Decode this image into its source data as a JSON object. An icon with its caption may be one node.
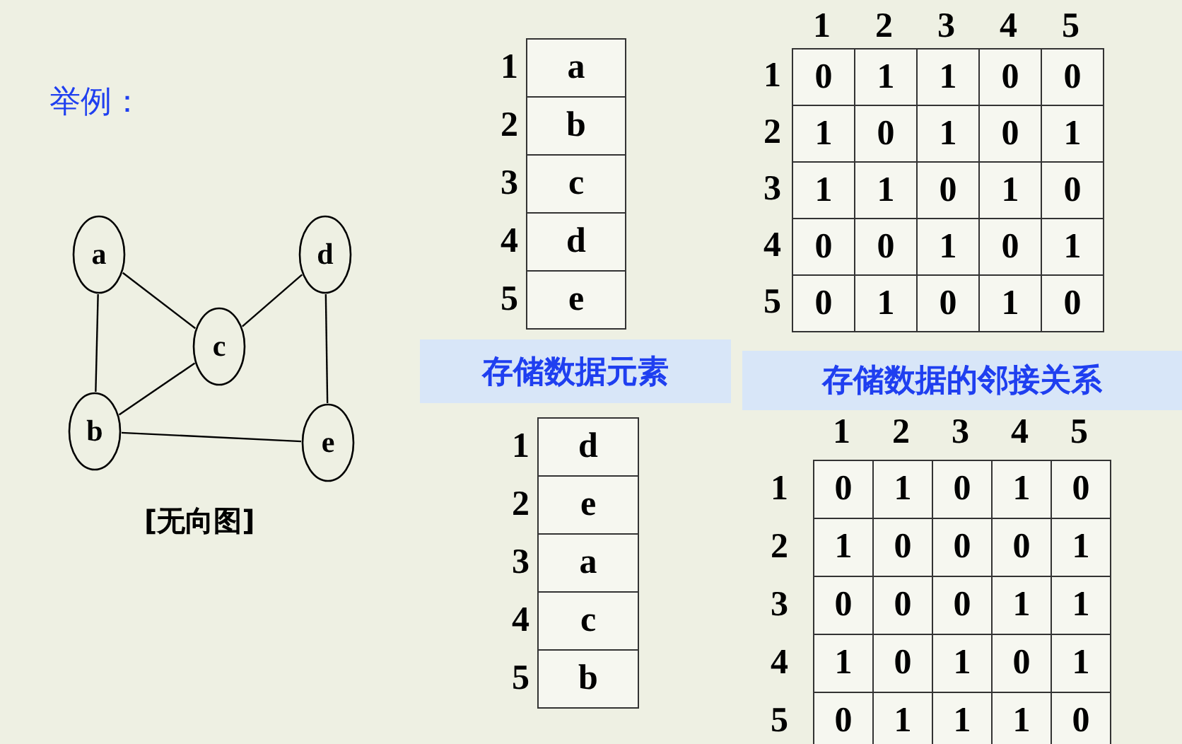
{
  "diagram": {
    "nodes": [
      {
        "text": [
          "a"
        ]
      },
      {
        "text": [
          "d"
        ]
      },
      {
        "text": [
          "c"
        ]
      },
      {
        "text": [
          "b"
        ]
      },
      {
        "text": [
          "e"
        ]
      }
    ],
    "edges": [
      {
        "from": 0,
        "to": 3,
        "arrow": "none"
      },
      {
        "from": 0,
        "to": 2,
        "arrow": "none"
      },
      {
        "from": 2,
        "to": 1,
        "arrow": "none"
      },
      {
        "from": 3,
        "to": 2,
        "arrow": "none"
      },
      {
        "from": 3,
        "to": 4,
        "arrow": "none"
      },
      {
        "from": 1,
        "to": 4,
        "arrow": "none"
      }
    ],
    "labels": [
      "举例：",
      "1",
      "a",
      "2",
      "b",
      "3",
      "c",
      "4",
      "d",
      "5",
      "e",
      "1",
      "2",
      "3",
      "4",
      "5",
      "1",
      "0",
      "1",
      "1",
      "0",
      "0",
      "2",
      "1",
      "0",
      "1",
      "0",
      "1",
      "3",
      "1",
      "1",
      "0",
      "1",
      "0",
      "4",
      "0",
      "0",
      "1",
      "0",
      "1",
      "5",
      "0",
      "1",
      "0",
      "1",
      "0",
      "存储数据元素",
      "存储数据的邻接关系",
      "[无向图]",
      "1",
      "d",
      "2",
      "e",
      "3",
      "a",
      "4",
      "c",
      "5",
      "b",
      "1",
      "2",
      "3",
      "4",
      "5",
      "1",
      "0",
      "1",
      "0",
      "1",
      "0",
      "2",
      "1",
      "0",
      "0",
      "0",
      "1",
      "3",
      "0",
      "0",
      "0",
      "1",
      "1",
      "4",
      "1",
      "0",
      "1",
      "0",
      "1",
      "5",
      "0",
      "1",
      "1",
      "1",
      "0"
    ]
  }
}
